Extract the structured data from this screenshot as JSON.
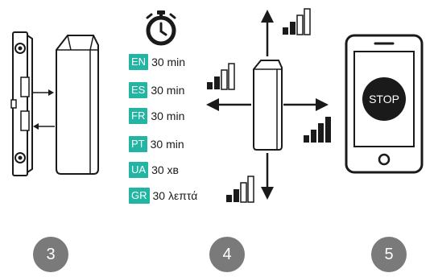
{
  "durations": [
    {
      "code": "EN",
      "text": "30 min"
    },
    {
      "code": "ES",
      "text": "30 min"
    },
    {
      "code": "FR",
      "text": "30 min"
    },
    {
      "code": "PT",
      "text": "30 min"
    },
    {
      "code": "UA",
      "text": "30 хв"
    },
    {
      "code": "GR",
      "text": "30 λεπτά"
    }
  ],
  "phone": {
    "stop_label": "STOP"
  },
  "steps": [
    "3",
    "4",
    "5"
  ],
  "colors": {
    "badge": "#23b5a3",
    "step_circle": "#7a7a7a",
    "stop_circle": "#1a1a1a",
    "line": "#1a1a1a"
  },
  "icons": [
    "stopwatch-icon",
    "signal-bars-icon",
    "smartphone-icon",
    "arrow-icon"
  ]
}
